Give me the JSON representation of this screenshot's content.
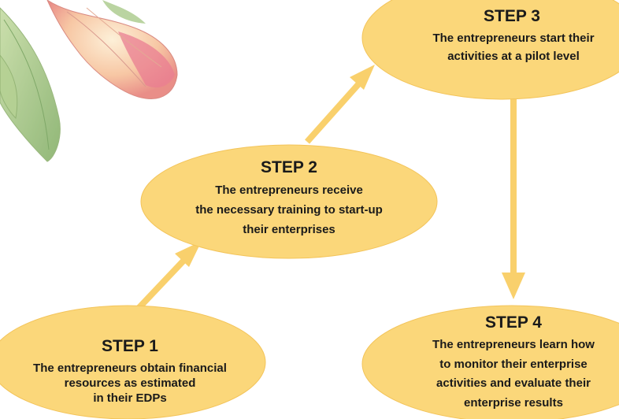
{
  "steps": [
    {
      "title": "STEP 1",
      "lines": [
        "The entrepreneurs obtain financial",
        "resources as estimated",
        "in their EDPs"
      ]
    },
    {
      "title": "STEP 2",
      "lines": [
        "The entrepreneurs receive",
        "the necessary training to start-up",
        "their enterprises"
      ]
    },
    {
      "title": "STEP 3",
      "lines": [
        "The entrepreneurs start their",
        "activities at a pilot level"
      ]
    },
    {
      "title": "STEP 4",
      "lines": [
        "The entrepreneurs learn how",
        "to monitor their enterprise",
        "activities and evaluate their",
        "enterprise results"
      ]
    }
  ],
  "colors": {
    "ellipse_fill": "#fbd77a",
    "ellipse_stroke": "#f3c45a",
    "arrow": "#f9d06c",
    "text": "#1a1a1a",
    "leaf": "#a9c98a",
    "leaf_dark": "#7fa868",
    "petal": "#f2b3a0",
    "petal_pink": "#e7708a"
  },
  "decorations": {
    "illustration": "flower-bud-illustration"
  }
}
